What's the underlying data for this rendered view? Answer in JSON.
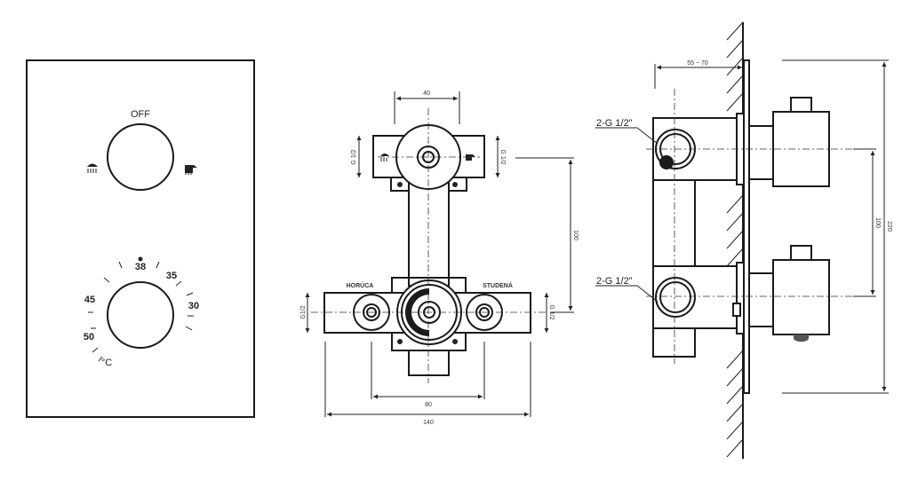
{
  "front_view": {
    "diverter_label": "OFF",
    "temperature_scale": [
      "38",
      "35",
      "30",
      "45",
      "50"
    ],
    "unit": "°C",
    "icons": [
      "shower-head-icon",
      "hand-shower-icon"
    ]
  },
  "body_view": {
    "width_top": "40",
    "width_inlets": "80",
    "width_total": "140",
    "height_axis": "100",
    "thread_left_top": "G 1/2",
    "thread_right_top": "G 1/2",
    "thread_left_bottom": "G1/2",
    "thread_right_bottom": "G 1/2",
    "hot_label": "HORÚCA",
    "cold_label": "STUDENÁ"
  },
  "side_view": {
    "depth": "55 ~ 70",
    "thread_upper": "2-G 1/2\"",
    "thread_lower": "2-G 1/2\"",
    "axis_distance": "100",
    "plate_height": "220"
  }
}
